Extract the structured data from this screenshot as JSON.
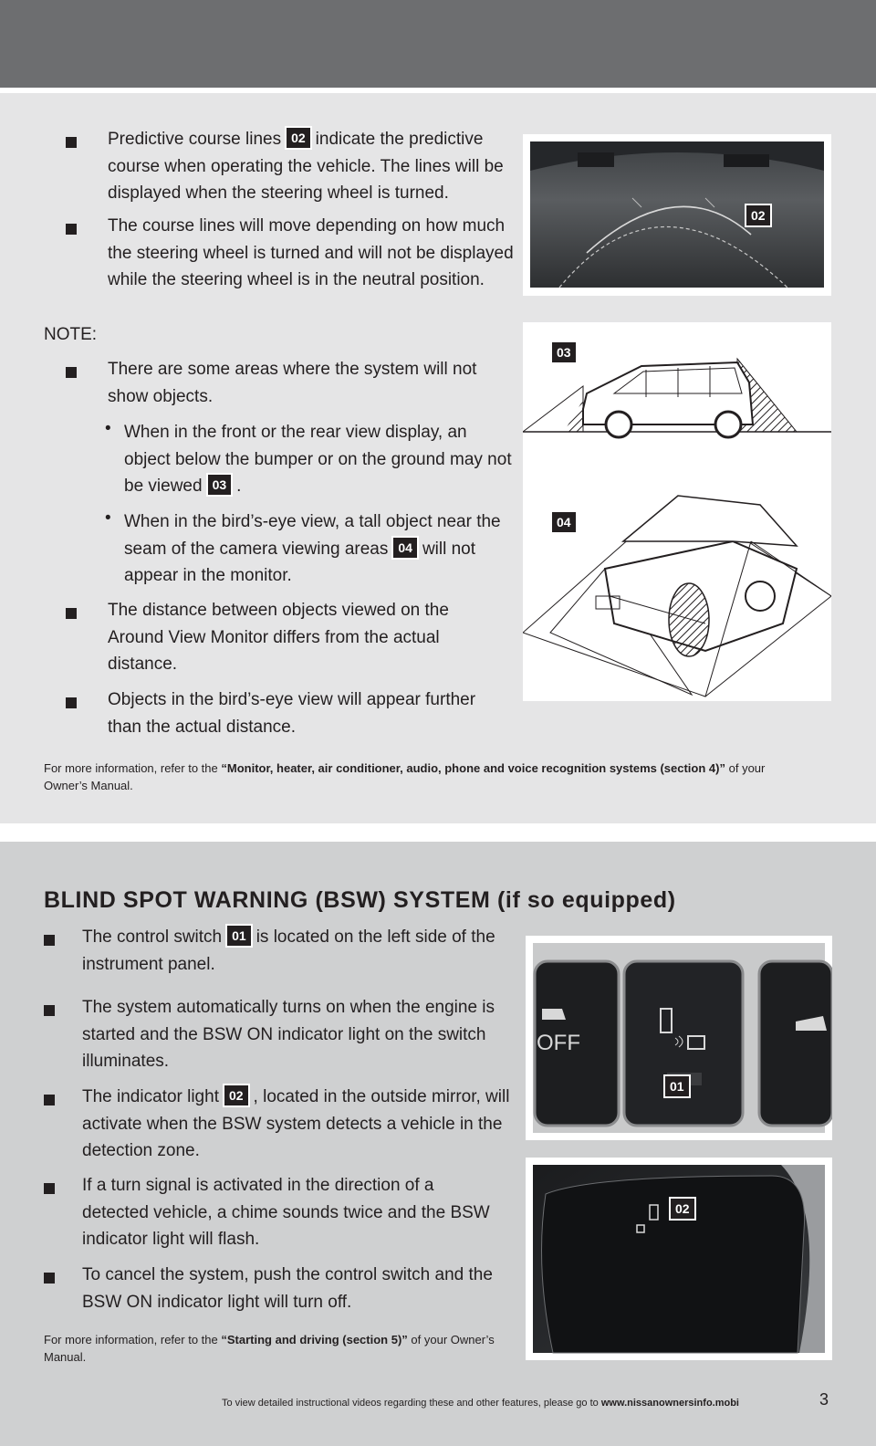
{
  "section1": {
    "bullets": [
      {
        "before": "Predictive course lines",
        "badge": "02",
        "after": "indicate the predictive course when operating the vehicle. The lines will be displayed when the steering wheel is turned."
      },
      {
        "text": "The course lines will move depending on how much the steering wheel is turned and will not be displayed while the steering wheel is in the neutral position."
      }
    ],
    "note_label": "NOTE:",
    "note_bullet1": "There are some areas where the system will not show objects.",
    "sub1": {
      "text": "When in the front or the rear view display, an object below the bumper or on the ground may not be viewed",
      "badge": "03",
      "after": "."
    },
    "sub2": {
      "before": "When in the bird’s-eye view, a tall object near the seam of the camera viewing areas",
      "badge": "04",
      "after": "will not appear in the monitor."
    },
    "note_bullet2": "The distance between objects viewed on the Around View Monitor differs from the actual distance.",
    "note_bullet3": "Objects in the bird’s-eye view will appear further than the actual distance.",
    "more_info_prefix": "For more information, refer to the",
    "more_info_bold": "“Monitor, heater, air conditioner, audio, phone and voice recognition systems (section 4)”",
    "more_info_suffix": "of your Owner’s Manual.",
    "image_badges": {
      "camera": "02",
      "side": "03",
      "bird": "04"
    }
  },
  "section2": {
    "title": "BLIND SPOT WARNING (BSW) SYSTEM (if so equipped)",
    "b1": {
      "before": "The control switch",
      "badge": "01",
      "after": "is located on the left side of the instrument panel."
    },
    "b2": "The system automatically turns on when the engine is started and the BSW ON indicator light on the switch illuminates.",
    "b3": {
      "before": "The indicator light",
      "badge": "02",
      "after": ", located in the outside mirror, will activate when the BSW system detects a vehicle in the detection zone."
    },
    "b4": "If a turn signal is activated in the direction of a detected vehicle, a chime sounds twice and the BSW indicator light will flash.",
    "b5": "To cancel the system, push the control switch and the BSW ON indicator light will turn off.",
    "more_info_prefix": "For more information, refer to the",
    "more_info_bold": "“Starting and driving (section 5)”",
    "more_info_suffix": "of your Owner’s Manual.",
    "image_badges": {
      "switch": "01",
      "mirror": "02"
    },
    "switch_text": "OFF"
  },
  "footer": {
    "text": "To view detailed instructional videos regarding these and other features, please go to",
    "url": "www.nissanownersinfo.mobi",
    "page_number": "3"
  }
}
